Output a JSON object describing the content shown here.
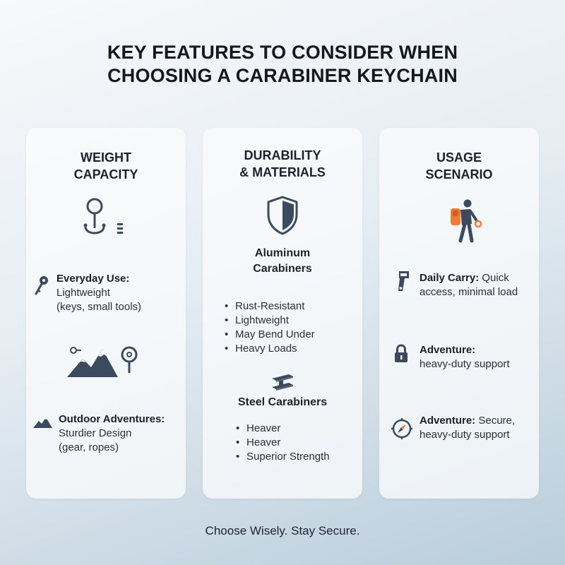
{
  "title": {
    "line1": "KEY FEATURES TO CONSIDER WHEN",
    "line2": "CHOOSING A CARABINER KEYCHAIN"
  },
  "colors": {
    "icon_navy": "#3c4a5e",
    "accent_orange": "#f07a3a"
  },
  "cards": [
    {
      "title_line1": "WEIGHT",
      "title_line2": "CAPACITY",
      "header_icon": "carabiner-hook-icon",
      "items": [
        {
          "icon": "key-icon",
          "label": "Everyday Use:",
          "line1": "Lightweight",
          "line2": "(keys, small tools)"
        },
        {
          "icon": "mountain-small-icon",
          "label": "Outdoor Adventures:",
          "line1": "Sturdier Design",
          "line2": "(gear, ropes)"
        }
      ],
      "mid_icon": "mountains-carabiner-icon"
    },
    {
      "title_line1": "DURABILITY",
      "title_line2": "& MATERIALS",
      "header_icon": "shield-icon",
      "sections": [
        {
          "title_line1": "Aluminum",
          "title_line2": "Carabiners",
          "bullets": [
            "Rust-Resistant",
            "Lightweight",
            "May Bend Under",
            "Heavy Loads"
          ]
        },
        {
          "icon": "steel-beam-icon",
          "title_line1": "Steel Carabiners",
          "bullets": [
            "Heaver",
            "Heaver",
            "Superior Strength"
          ]
        }
      ]
    },
    {
      "title_line1": "USAGE",
      "title_line2": "SCENARIO",
      "header_icon": "hiker-icon",
      "items": [
        {
          "icon": "tag-icon",
          "label": "Daily Carry:",
          "line1_rest": " Quick",
          "line2": "access, minimal load"
        },
        {
          "icon": "lock-icon",
          "label": "Adventure:",
          "line2": "heavy-duty support"
        },
        {
          "icon": "compass-icon",
          "label": "Adventure:",
          "line1_rest": " Secure,",
          "line2": "heavy-duty support"
        }
      ]
    }
  ],
  "footer": "Choose Wisely. Stay Secure."
}
